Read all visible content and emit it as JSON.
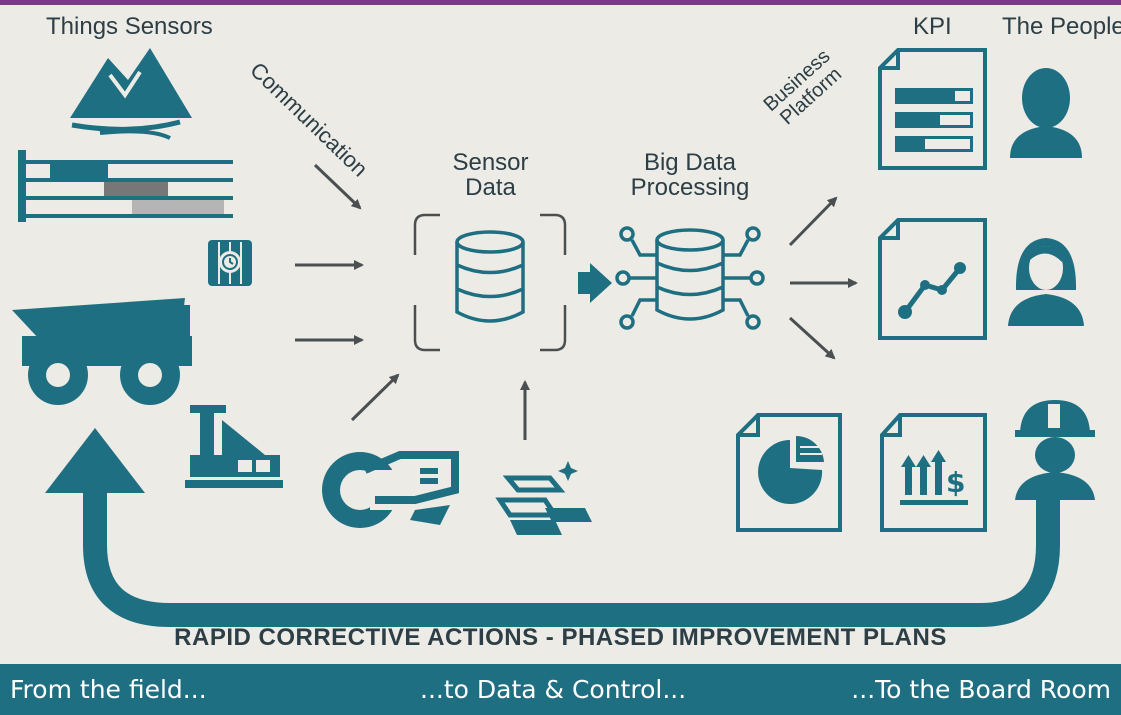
{
  "labels": {
    "things_sensors": "Things Sensors",
    "communication": "Communication",
    "sensor_data": "Sensor\nData",
    "big_data": "Big Data\nProcessing",
    "business_platform": "Business\nPlatform",
    "kpi": "KPI",
    "people": "The People",
    "headline": "RAPID CORRECTIVE ACTIONS - PHASED IMPROVEMENT PLANS"
  },
  "footer": {
    "left": "From the field...",
    "center": "...to Data & Control...",
    "right": "...To the Board Room"
  },
  "colors": {
    "teal": "#1f6f82",
    "ink": "#2c3e46",
    "background": "#ecebe5",
    "accent_top": "#7b3a86",
    "arrow": "#4a4f52"
  },
  "icons": [
    "mountain-icon",
    "gantt-chart-icon",
    "dynamite-icon",
    "dump-truck-icon",
    "drill-rig-icon",
    "excavator-icon",
    "gold-bars-icon",
    "database-icon",
    "network-database-icon",
    "kpi-report-icon",
    "line-chart-report-icon",
    "pie-chart-report-icon",
    "revenue-report-icon",
    "man-avatar-icon",
    "woman-avatar-icon",
    "worker-helmet-icon",
    "feedback-loop-arrow-icon"
  ]
}
